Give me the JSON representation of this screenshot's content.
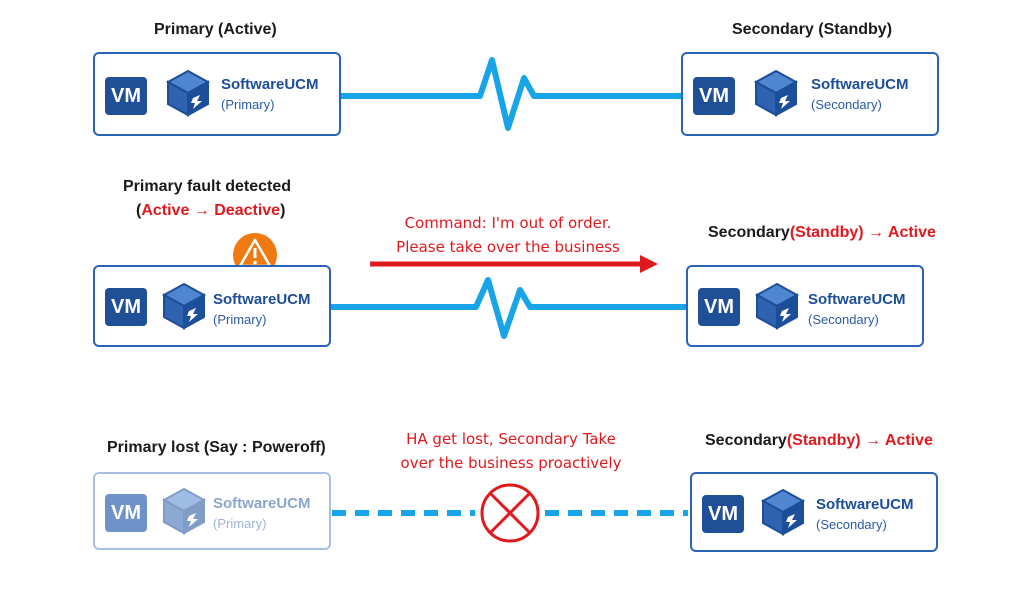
{
  "row1": {
    "left_title": "Primary (Active)",
    "right_title": "Secondary (Standby)",
    "left_box": {
      "vm": "VM",
      "name": "SoftwareUCM",
      "role": "(Primary)"
    },
    "right_box": {
      "vm": "VM",
      "name": "SoftwareUCM",
      "role": "(Secondary)"
    }
  },
  "row2": {
    "left_title": "Primary fault detected",
    "left_sub_open": "(",
    "left_sub_state": "Active → Deactive",
    "left_sub_close": ")",
    "right_title_prefix": "Secondary",
    "right_title_state": "(Standby) → Active",
    "command_line1": "Command: I'm out of order.",
    "command_line2": "Please take over the business",
    "warning_icon": "warning-icon",
    "left_box": {
      "vm": "VM",
      "name": "SoftwareUCM",
      "role": "(Primary)"
    },
    "right_box": {
      "vm": "VM",
      "name": "SoftwareUCM",
      "role": "(Secondary)"
    }
  },
  "row3": {
    "left_title": "Primary lost (Say : Poweroff)",
    "right_title_prefix": "Secondary",
    "right_title_state": "(Standby) → Active",
    "msg_line1": "HA get lost, Secondary Take",
    "msg_line2": "over the business proactively",
    "lost_icon": "circle-x-icon",
    "left_box": {
      "vm": "VM",
      "name": "SoftwareUCM",
      "role": "(Primary)"
    },
    "right_box": {
      "vm": "VM",
      "name": "SoftwareUCM",
      "role": "(Secondary)"
    }
  },
  "colors": {
    "link": "#18a4e8",
    "alert": "#e0191f",
    "box_border": "#2a64b8",
    "vm_fill": "#1f4f96",
    "warning": "#f07a12"
  }
}
